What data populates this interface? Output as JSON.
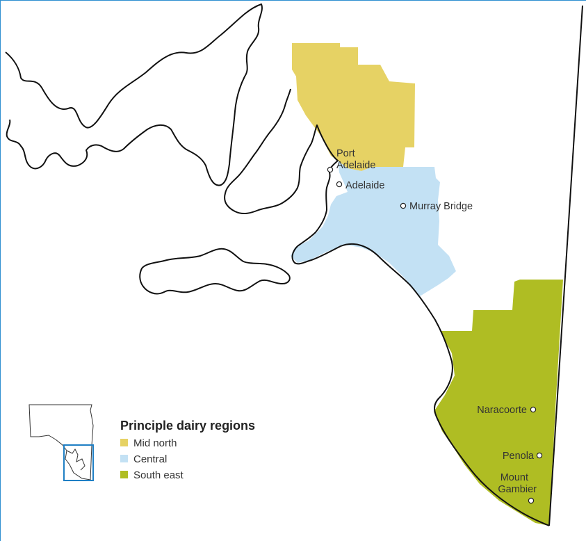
{
  "map": {
    "regions": [
      {
        "name": "Mid north",
        "color": "#e6d264"
      },
      {
        "name": "Central",
        "color": "#c3e1f4"
      },
      {
        "name": "South east",
        "color": "#afbd23"
      }
    ],
    "places": [
      {
        "id": "port-adelaide",
        "lines": [
          "Port",
          "Adelaide"
        ]
      },
      {
        "id": "adelaide",
        "lines": [
          "Adelaide"
        ]
      },
      {
        "id": "murray-bridge",
        "lines": [
          "Murray Bridge"
        ]
      },
      {
        "id": "naracoorte",
        "lines": [
          "Naracoorte"
        ]
      },
      {
        "id": "penola",
        "lines": [
          "Penola"
        ]
      },
      {
        "id": "mount-gambier",
        "lines": [
          "Mount",
          "Gambier"
        ]
      }
    ]
  },
  "legend": {
    "title": "Principle dairy regions",
    "items": [
      {
        "label": "Mid north",
        "color": "#e6d264"
      },
      {
        "label": "Central",
        "color": "#c3e1f4"
      },
      {
        "label": "South east",
        "color": "#afbd23"
      }
    ]
  },
  "inset": {
    "frame_color": "#1f7fc4"
  }
}
